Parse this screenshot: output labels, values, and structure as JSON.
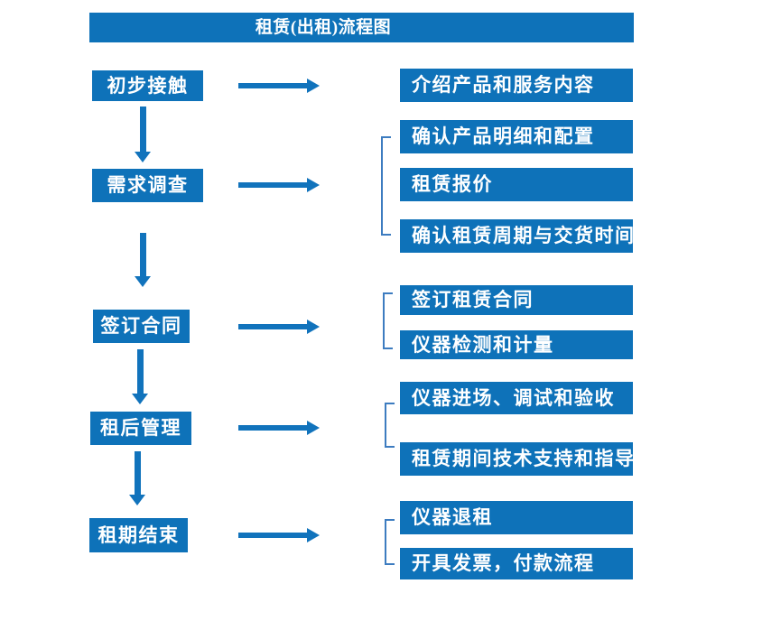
{
  "title": "租赁(出租)流程图",
  "colors": {
    "primary_blue": "#0e72b9",
    "arrow_blue": "#1173bc",
    "bracket_blue": "#3d7cc0",
    "text_white": "#ffffff"
  },
  "stages": [
    {
      "label": "初步接触",
      "children": [
        "介绍产品和服务内容"
      ]
    },
    {
      "label": "需求调查",
      "children": [
        "确认产品明细和配置",
        "租赁报价",
        "确认租赁周期与交货时间"
      ]
    },
    {
      "label": "签订合同",
      "children": [
        "签订租赁合同",
        "仪器检测和计量"
      ]
    },
    {
      "label": "租后管理",
      "children": [
        "仪器进场、调试和验收",
        "租赁期间技术支持和指导"
      ]
    },
    {
      "label": "租期结束",
      "children": [
        "仪器退租",
        "开具发票，付款流程"
      ]
    }
  ]
}
